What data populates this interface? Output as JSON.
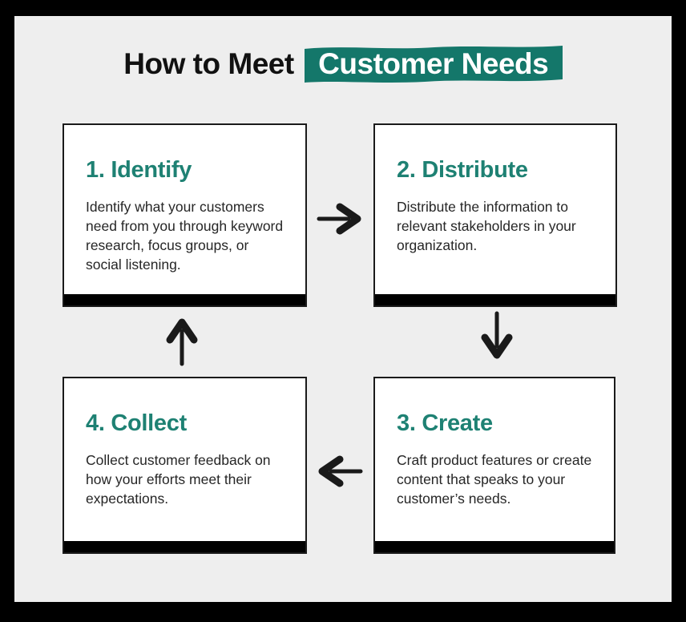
{
  "title": {
    "prefix": "How to Meet",
    "highlight": "Customer Needs"
  },
  "colors": {
    "canvas_background": "#eeeeee",
    "frame": "#000000",
    "banner_teal": "#14776a",
    "heading_teal": "#1e8173",
    "body_text": "#262626",
    "card_background": "#ffffff",
    "arrow": "#1a1a1a"
  },
  "steps": [
    {
      "heading": "1. Identify",
      "body": "Identify what your customers need from you through keyword research, focus groups, or social listening."
    },
    {
      "heading": "2. Distribute",
      "body": "Distribute the information to relevant stakeholders in your organization."
    },
    {
      "heading": "3. Create",
      "body": "Craft product features or create content that speaks to your customer’s needs."
    },
    {
      "heading": "4. Collect",
      "body": "Collect customer feedback on how your efforts meet their expectations."
    }
  ],
  "arrows": [
    {
      "name": "arrow-right",
      "connects": "step 1 to step 2"
    },
    {
      "name": "arrow-down",
      "connects": "step 2 to step 3"
    },
    {
      "name": "arrow-left",
      "connects": "step 3 to step 4"
    },
    {
      "name": "arrow-up",
      "connects": "step 4 to step 1"
    }
  ]
}
